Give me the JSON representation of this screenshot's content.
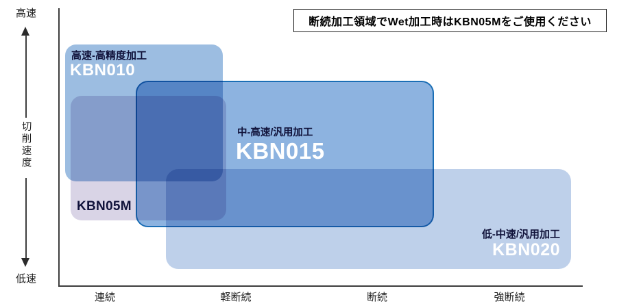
{
  "note": {
    "text": "断続加工領域でWet加工時はKBN05Mをご使用ください"
  },
  "y_axis": {
    "top_label": "高速",
    "title": "切削速度",
    "bottom_label": "低速"
  },
  "x_axis": {
    "labels": [
      "連続",
      "軽断続",
      "断続",
      "強断続"
    ]
  },
  "regions": {
    "kbn010": {
      "name": "KBN010",
      "description": "高速-高精度加工",
      "fill": "#9cbde1"
    },
    "kbn05m": {
      "name": "KBN05M",
      "fill": "#d9d4e6"
    },
    "kbn015": {
      "name": "KBN015",
      "description": "中-高速/汎用加工",
      "fill": "#8db3e0",
      "border_color": "#1b6eb5"
    },
    "kbn020": {
      "name": "KBN020",
      "description": "低-中速/汎用加工",
      "fill": "#bed0ea"
    }
  },
  "chart_data": {
    "type": "area",
    "title": "",
    "x_categories": [
      "連続",
      "軽断続",
      "断続",
      "強断続"
    ],
    "ylabel": "切削速度",
    "y_axis_end_labels": {
      "top": "高速",
      "bottom": "低速"
    },
    "annotation": "断続加工領域でWet加工時はKBN05Mをご使用ください",
    "grid": false,
    "legend_position": "none",
    "blend_mode": "multiply",
    "regions": [
      {
        "name": "KBN010",
        "description": "高速-高精度加工",
        "x_extent_frac": [
          0.01,
          0.31
        ],
        "speed_extent_frac": [
          0.38,
          0.87
        ],
        "x_coverage": [
          "連続",
          "軽断続"
        ],
        "fill": "#9cbde1",
        "label_color_name": "#ffffff"
      },
      {
        "name": "KBN05M",
        "description": "",
        "x_extent_frac": [
          0.02,
          0.31
        ],
        "speed_extent_frac": [
          0.24,
          0.68
        ],
        "x_coverage": [
          "連続",
          "軽断続"
        ],
        "fill": "#d9d4e6",
        "label_color_name": "#10123a"
      },
      {
        "name": "KBN015",
        "description": "中-高速/汎用加工",
        "x_extent_frac": [
          0.14,
          0.7
        ],
        "speed_extent_frac": [
          0.21,
          0.74
        ],
        "x_coverage": [
          "連続",
          "軽断続",
          "断続"
        ],
        "fill": "#8db3e0",
        "border": "#1b6eb5",
        "label_color_name": "#ffffff"
      },
      {
        "name": "KBN020",
        "description": "低-中速/汎用加工",
        "x_extent_frac": [
          0.2,
          0.95
        ],
        "speed_extent_frac": [
          0.06,
          0.42
        ],
        "x_coverage": [
          "軽断続",
          "断続",
          "強断続"
        ],
        "fill": "#bed0ea",
        "label_color_name": "#ffffff"
      }
    ]
  }
}
